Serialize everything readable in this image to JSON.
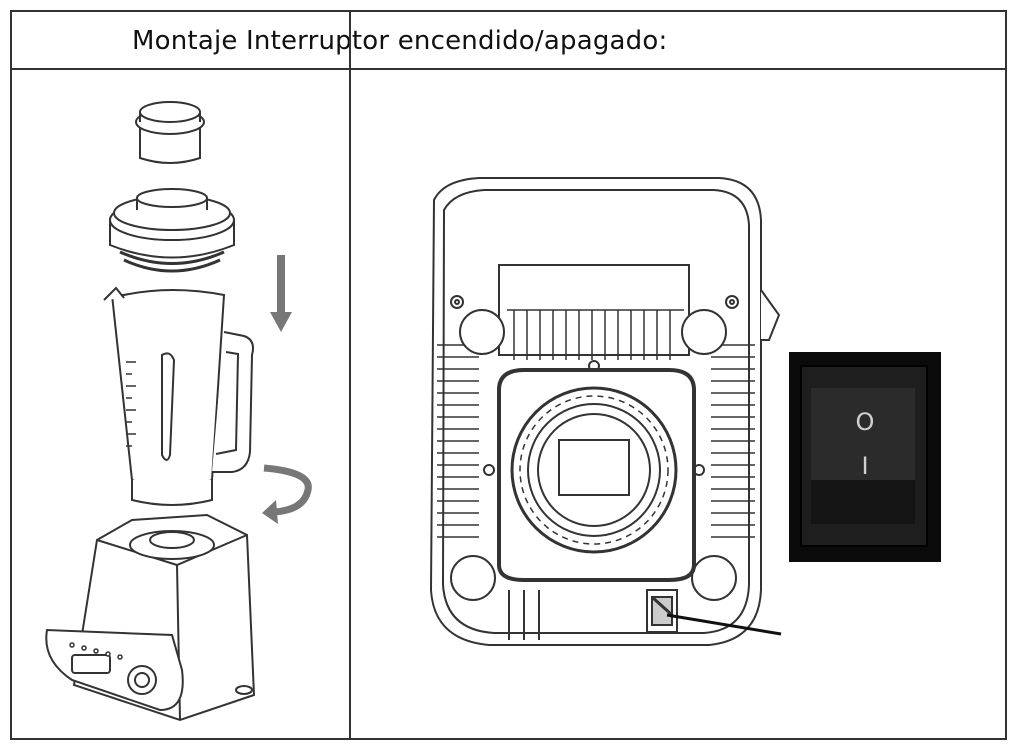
{
  "title": "Montaje Interruptor encendido/apagado:",
  "switch_symbols": {
    "off": "O",
    "on": "I"
  },
  "icons": [
    "down-arrow-icon",
    "rotate-arrow-icon"
  ]
}
